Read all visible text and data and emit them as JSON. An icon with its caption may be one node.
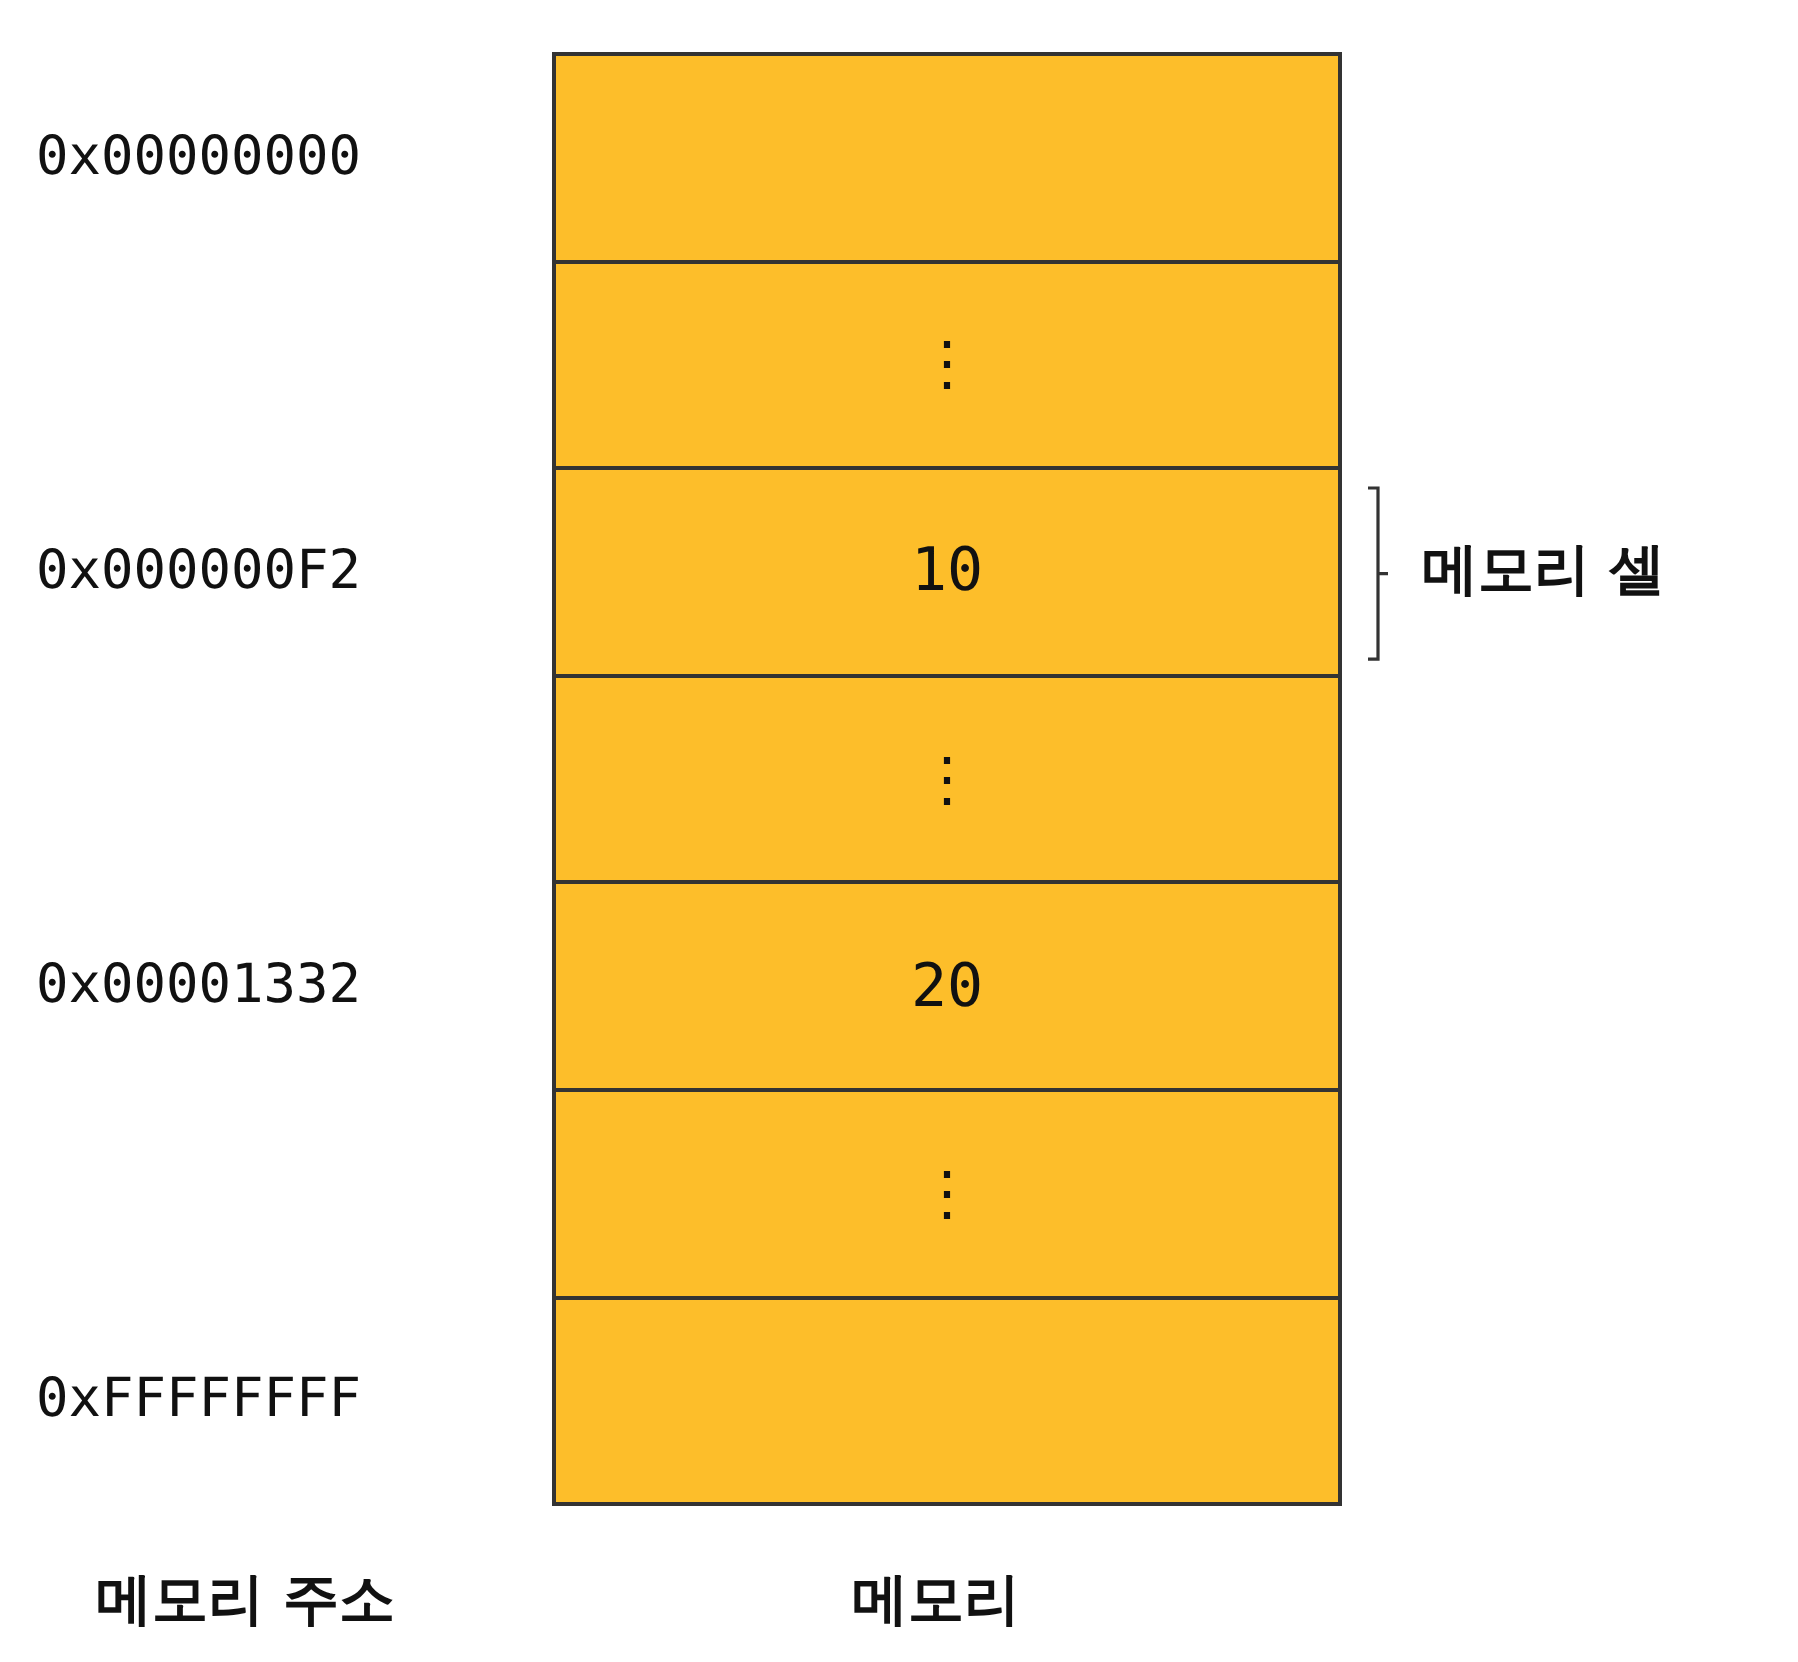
{
  "diagram": {
    "nodes": [
      {
        "text": [],
        "shape": "box"
      },
      {
        "text": [
          "⋮"
        ]
      },
      {
        "text": [
          "10"
        ],
        "beside": [
          "메모리 셀"
        ]
      },
      {
        "text": [
          "⋮"
        ]
      },
      {
        "text": [
          "20"
        ]
      },
      {
        "text": [
          "⋮"
        ]
      },
      {
        "text": [],
        "shape": "box"
      }
    ],
    "edges": [],
    "labels": [
      "0x00000000",
      "0x000000F2",
      "0x00001332",
      "0xFFFFFFFF",
      "메모리 주소",
      "메모리"
    ]
  }
}
